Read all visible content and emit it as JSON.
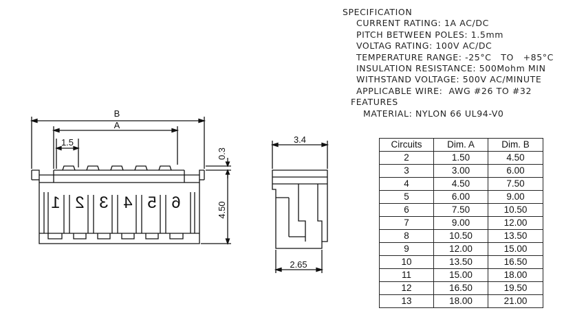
{
  "specification": {
    "heading": "SPECIFICATION",
    "items": [
      "CURRENT RATING: 1A AC/DC",
      "PITCH BETWEEN POLES: 1.5mm",
      "VOLTAG RATING: 100V AC/DC",
      "TEMPERATURE RANGE: -25°C   TO   +85°C",
      "INSULATION RESISTANCE: 500Mohm MIN",
      "WITHSTAND VOLTAGE: 500V AC/MINUTE",
      "APPLICABLE WIRE:  AWG #26 TO #32"
    ],
    "features_heading": "FEATURES",
    "features": [
      "MATERIAL: NYLON 66 UL94-V0"
    ]
  },
  "front_view": {
    "dim_b": "B",
    "dim_a": "A",
    "pitch": "1.5",
    "height": "4.50",
    "top": "0.3",
    "pins": [
      "1",
      "2",
      "3",
      "4",
      "5",
      "6"
    ]
  },
  "side_view": {
    "width_top": "3.4",
    "width_bottom": "2.65"
  },
  "table": {
    "headers": [
      "Circuits",
      "Dim. A",
      "Dim. B"
    ],
    "rows": [
      [
        "2",
        "1.50",
        "4.50"
      ],
      [
        "3",
        "3.00",
        "6.00"
      ],
      [
        "4",
        "4.50",
        "7.50"
      ],
      [
        "5",
        "6.00",
        "9.00"
      ],
      [
        "6",
        "7.50",
        "10.50"
      ],
      [
        "7",
        "9.00",
        "12.00"
      ],
      [
        "8",
        "10.50",
        "13.50"
      ],
      [
        "9",
        "12.00",
        "15.00"
      ],
      [
        "10",
        "13.50",
        "16.50"
      ],
      [
        "11",
        "15.00",
        "18.00"
      ],
      [
        "12",
        "16.50",
        "19.50"
      ],
      [
        "13",
        "18.00",
        "21.00"
      ]
    ]
  }
}
